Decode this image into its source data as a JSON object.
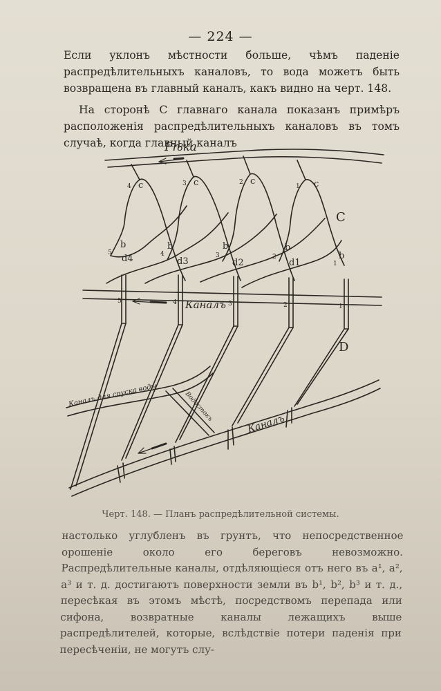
{
  "page": {
    "number": "— 224 —",
    "paragraph_1": "Если уклонъ мѣстности больше, чѣмъ паденіе распредѣлительныхъ каналовъ, то вода можетъ быть возвращена въ главный каналъ, какъ видно на черт. 148.",
    "paragraph_2": "На сторонѣ C главнаго канала показанъ примѣръ расположенія распредѣлительныхъ каналовъ въ томъ случаѣ, когда главный каналъ",
    "paragraph_3": "настолько углубленъ въ грунтъ, что непосредственное орошеніе около его береговъ невозможно. Распредѣлительные каналы, отдѣляющіеся отъ него въ a¹, a², a³ и т. д. достигаютъ поверхности земли въ b¹, b², b³ и т. д., пересѣкая въ этомъ мѣстѣ, посредствомъ перепада или сифона, возвратные каналы лежащихъ выше распредѣлителей, которые, вслѣдствіе потери паденія при пересѣченіи, не могутъ слу-",
    "caption": "Черт. 148. — Планъ распредѣлительной системы."
  },
  "figure": {
    "river_label": "Рѣка",
    "main_canal_label": "Каналъ",
    "lower_canal_label": "Каналъ",
    "drain_label": "Каналъ для спуска воды",
    "side_label": "Водостокъ",
    "zone_c": "C",
    "zone_d": "D",
    "labels_c": [
      "c",
      "c",
      "c",
      "c"
    ],
    "labels_b": [
      "b",
      "b",
      "b",
      "b",
      "b"
    ],
    "labels_d": [
      "d4",
      "d3",
      "d2",
      "d1"
    ],
    "numbers_top": [
      "4",
      "3",
      "2",
      "1"
    ],
    "numbers_mid": [
      "5",
      "4",
      "3",
      "2",
      "1"
    ],
    "numbers_canal": [
      "5",
      "4",
      "3",
      "2",
      "1"
    ]
  }
}
